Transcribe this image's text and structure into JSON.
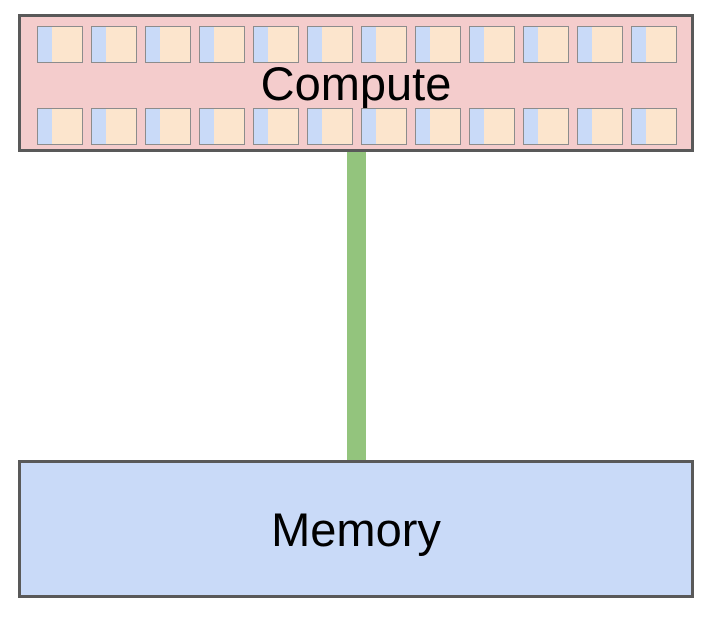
{
  "compute": {
    "label": "Compute",
    "color": "#f4cccc",
    "cores_per_row": 12,
    "core_rows": 2,
    "core_color": "#fce5cd",
    "core_cache_color": "#c9daf8"
  },
  "link": {
    "color": "#93c47d"
  },
  "memory": {
    "label": "Memory",
    "color": "#c9daf8"
  }
}
